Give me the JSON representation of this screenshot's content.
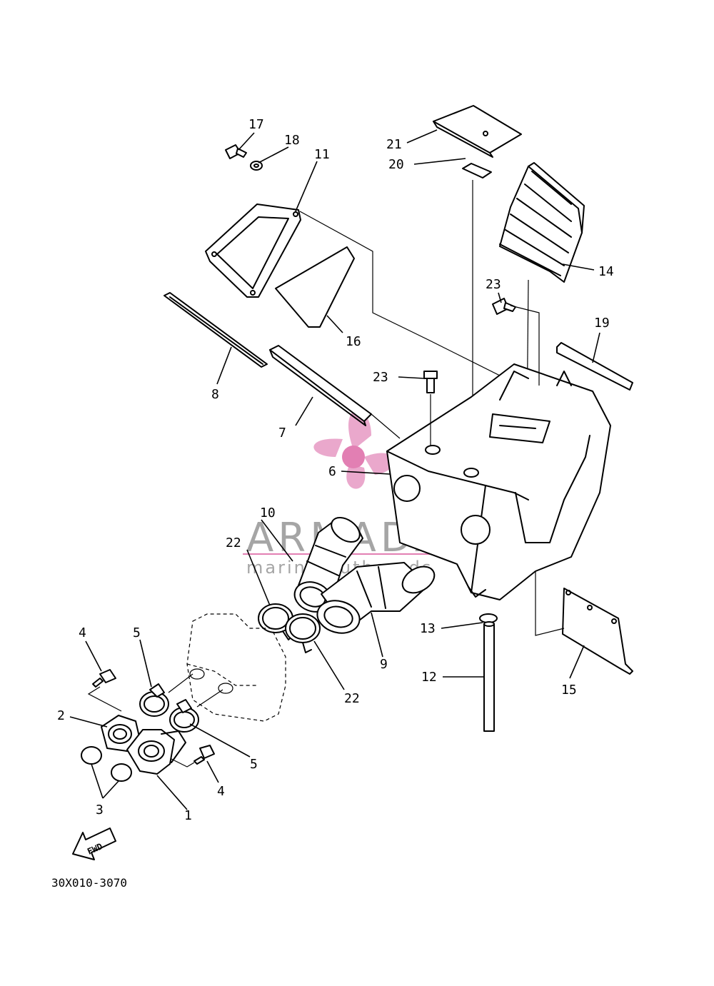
{
  "diagram_code": "30X010-3070",
  "fwd_label": "FWD",
  "watermark": {
    "brand": "ARMADA",
    "tagline": "marine outboards",
    "color": "#d9559a"
  },
  "callouts": {
    "p1": "1",
    "p2": "2",
    "p3": "3",
    "p4a": "4",
    "p4b": "4",
    "p5a": "5",
    "p5b": "5",
    "p6": "6",
    "p7": "7",
    "p8": "8",
    "p9": "9",
    "p10": "10",
    "p11": "11",
    "p12": "12",
    "p13": "13",
    "p14": "14",
    "p15": "15",
    "p16": "16",
    "p17": "17",
    "p18": "18",
    "p19": "19",
    "p20": "20",
    "p21": "21",
    "p22a": "22",
    "p22b": "22",
    "p23a": "23",
    "p23b": "23"
  }
}
